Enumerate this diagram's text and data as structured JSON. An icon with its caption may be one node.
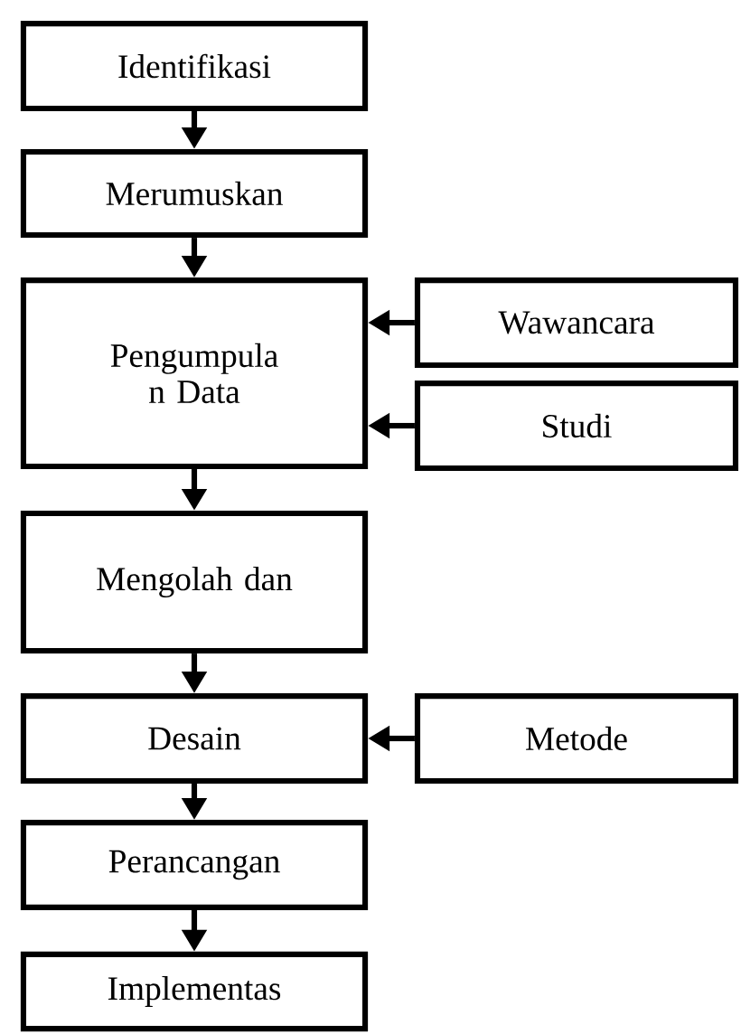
{
  "diagram": {
    "nodes": [
      {
        "text": [
          "Identifikasi"
        ]
      },
      {
        "text": [
          "Merumuskan"
        ]
      },
      {
        "text": [
          "Pengumpula n Data"
        ]
      },
      {
        "text": [
          "Wawancara"
        ]
      },
      {
        "text": [
          "Studi"
        ]
      },
      {
        "text": [
          "Mengolah dan"
        ]
      },
      {
        "text": [
          "Desain"
        ]
      },
      {
        "text": [
          "Metode"
        ]
      },
      {
        "text": [
          "Perancangan"
        ]
      },
      {
        "text": [
          "Implementas"
        ]
      }
    ],
    "edges": [
      {
        "from": 0,
        "to": 1,
        "arrow": "to"
      },
      {
        "from": 1,
        "to": 2,
        "arrow": "to"
      },
      {
        "from": 3,
        "to": 2,
        "arrow": "to"
      },
      {
        "from": 4,
        "to": 2,
        "arrow": "to"
      },
      {
        "from": 2,
        "to": 5,
        "arrow": "to"
      },
      {
        "from": 5,
        "to": 6,
        "arrow": "to"
      },
      {
        "from": 7,
        "to": 6,
        "arrow": "to"
      },
      {
        "from": 6,
        "to": 8,
        "arrow": "to"
      },
      {
        "from": 8,
        "to": 9,
        "arrow": "to"
      }
    ]
  }
}
